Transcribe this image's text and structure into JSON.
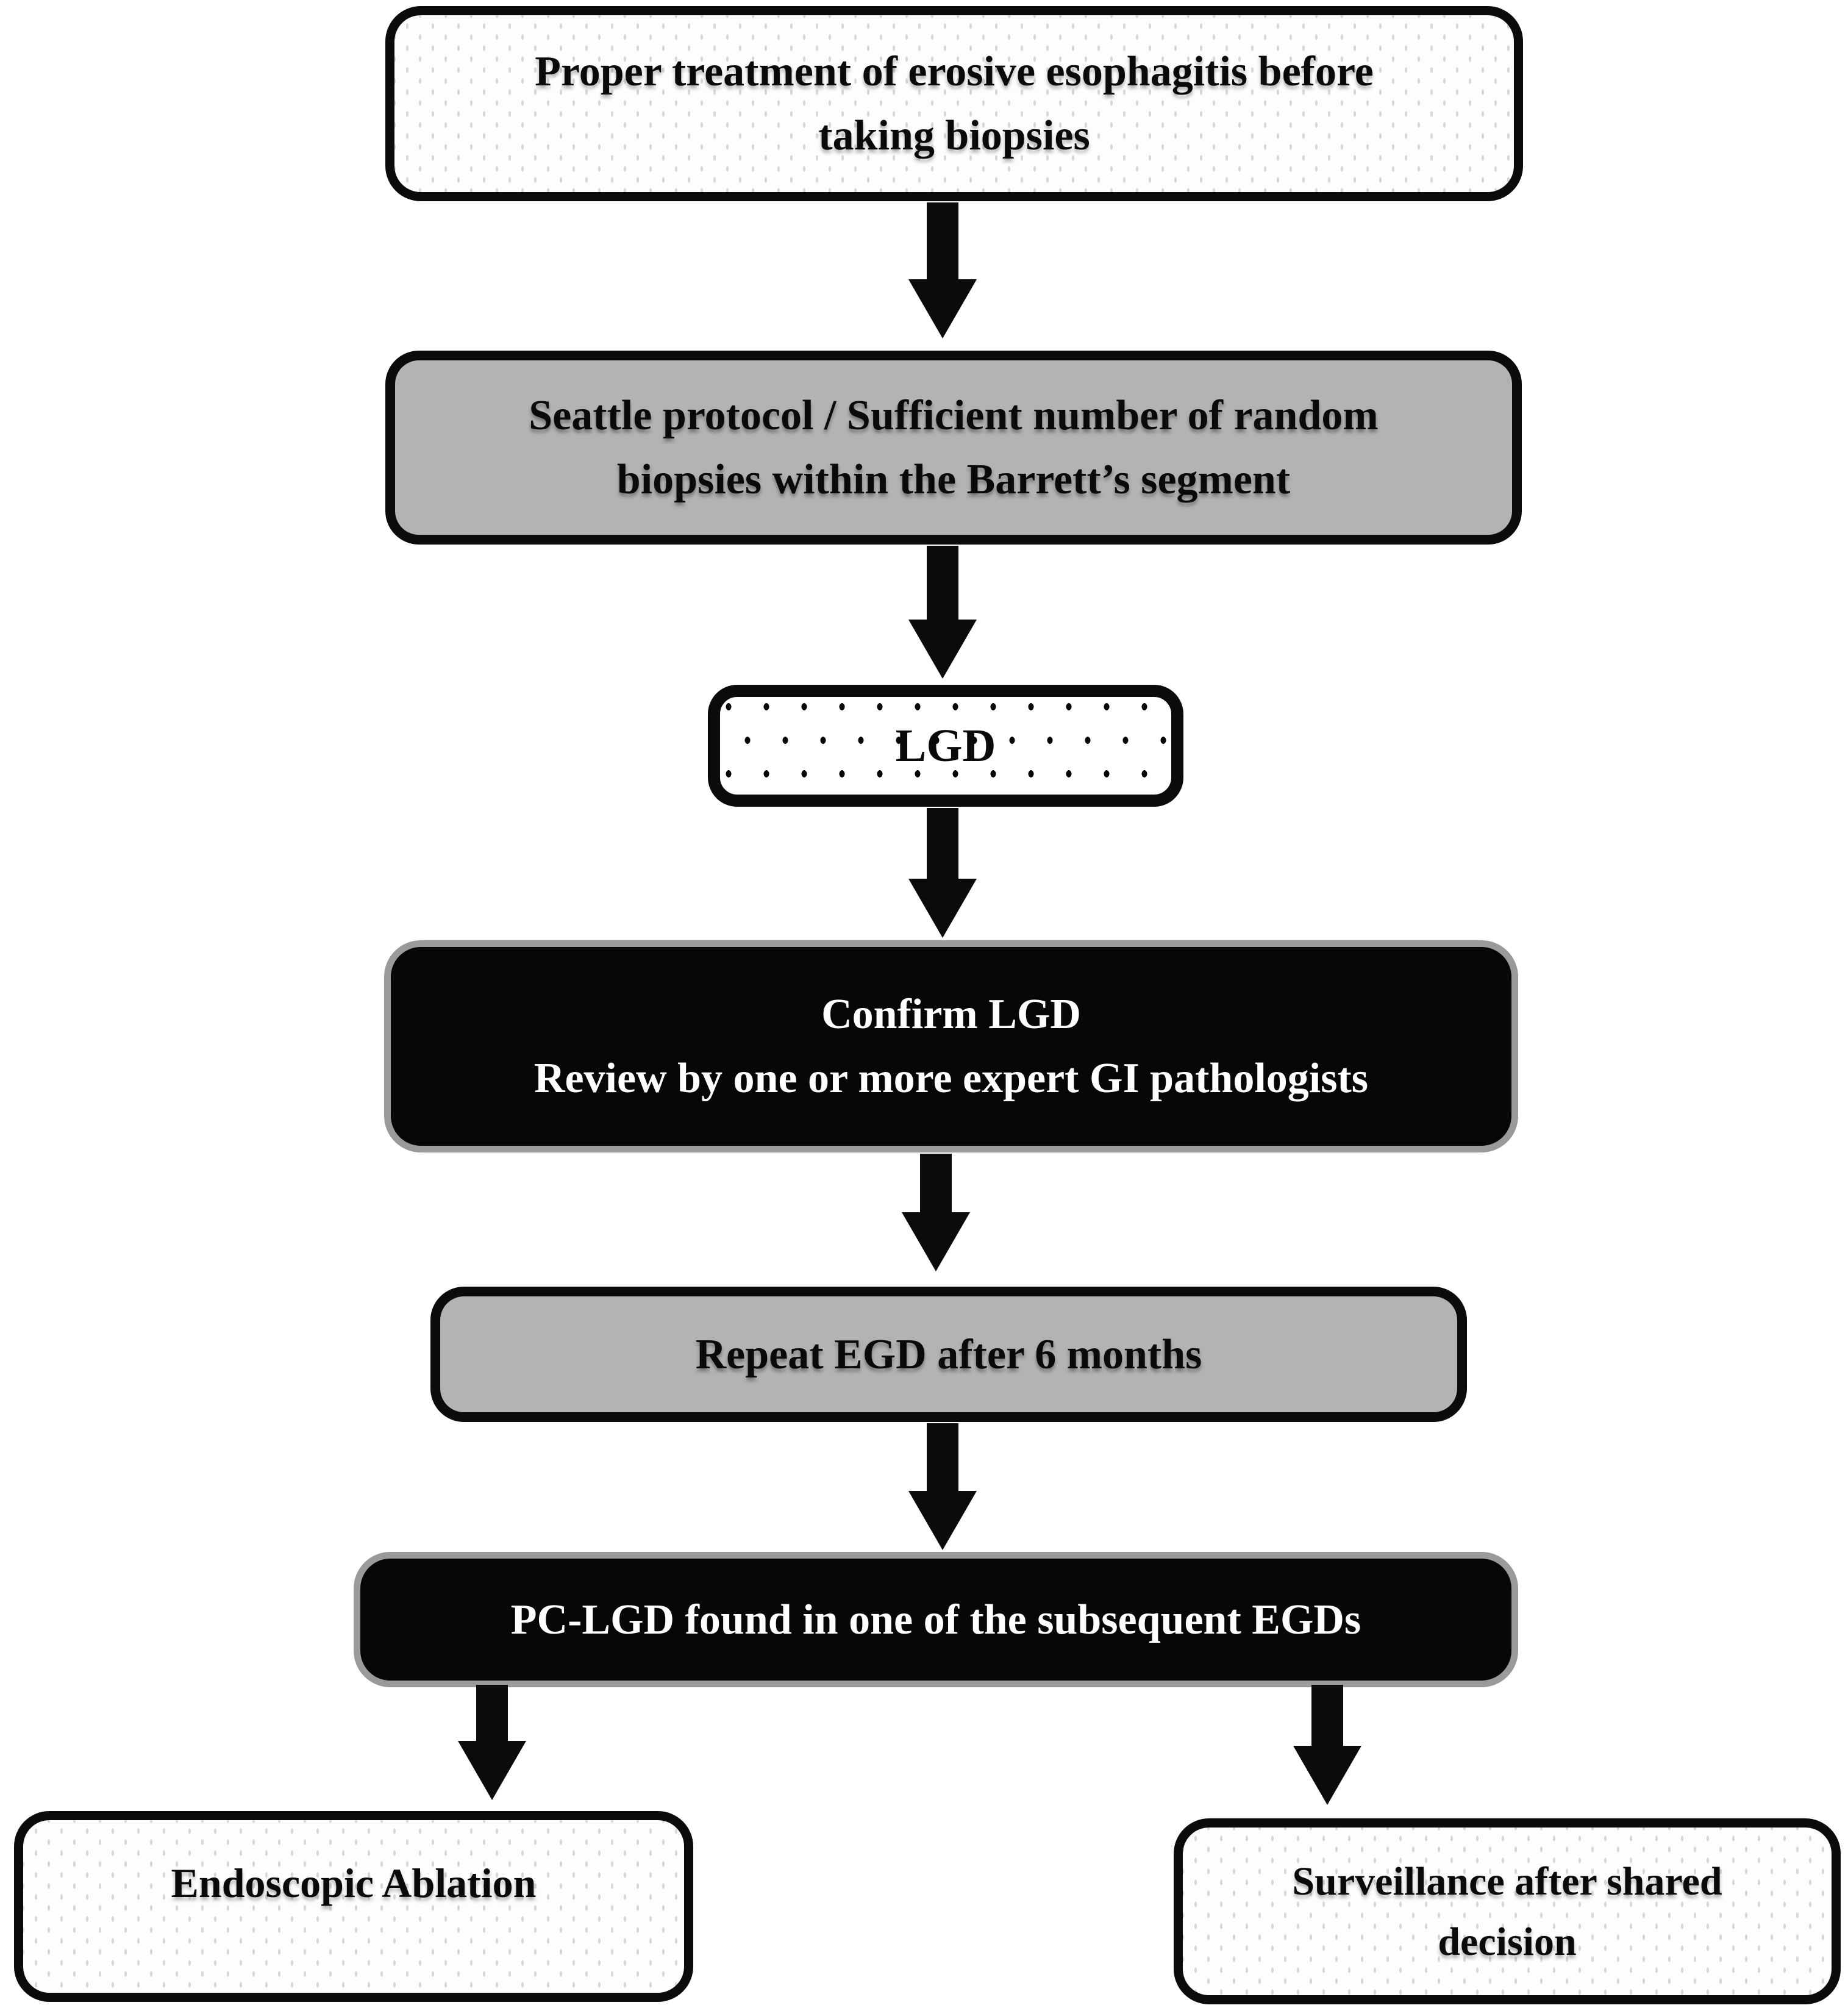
{
  "figure": {
    "type": "flowchart",
    "topic": "Management pathway for LGD in Barrett's esophagus",
    "colors": {
      "box_gray": "#b3b3b3",
      "box_black": "#070707",
      "border_black": "#0b0b0b",
      "border_gray": "#9a9a9a",
      "text_black": "#0a0a0a",
      "text_white": "#ffffff",
      "stipple_light": "#d7d7d7"
    },
    "steps": [
      {
        "id": "proper-treatment",
        "style": "dotted-light",
        "lines": [
          "Proper treatment of erosive esophagitis before",
          "taking biopsies"
        ]
      },
      {
        "id": "seattle-protocol",
        "style": "gray",
        "lines": [
          "Seattle protocol / Sufficient number of random",
          "biopsies within the Barrett’s segment"
        ]
      },
      {
        "id": "lgd",
        "style": "dotted-dark",
        "lines": [
          "LGD"
        ]
      },
      {
        "id": "confirm-lgd",
        "style": "black",
        "lines": [
          "Confirm LGD",
          "Review by one or more expert GI pathologists"
        ]
      },
      {
        "id": "repeat-egd",
        "style": "gray",
        "lines": [
          "Repeat EGD after 6 months"
        ]
      },
      {
        "id": "pc-lgd",
        "style": "black",
        "lines": [
          "PC-LGD found in one of the subsequent EGDs"
        ]
      },
      {
        "id": "endoscopic-ablation",
        "style": "dotted-light",
        "lines": [
          "Endoscopic Ablation"
        ]
      },
      {
        "id": "surveillance",
        "style": "dotted-light",
        "lines": [
          "Surveillance after shared",
          "decision"
        ]
      }
    ],
    "connectors": [
      {
        "type": "down-arrow",
        "from": "proper-treatment",
        "to": "seattle-protocol"
      },
      {
        "type": "down-arrow",
        "from": "seattle-protocol",
        "to": "lgd"
      },
      {
        "type": "down-arrow",
        "from": "lgd",
        "to": "confirm-lgd"
      },
      {
        "type": "down-arrow",
        "from": "confirm-lgd",
        "to": "repeat-egd"
      },
      {
        "type": "down-arrow",
        "from": "repeat-egd",
        "to": "pc-lgd"
      },
      {
        "type": "down-arrow",
        "from": "pc-lgd",
        "to": "endoscopic-ablation"
      },
      {
        "type": "down-arrow",
        "from": "pc-lgd",
        "to": "surveillance"
      }
    ]
  }
}
